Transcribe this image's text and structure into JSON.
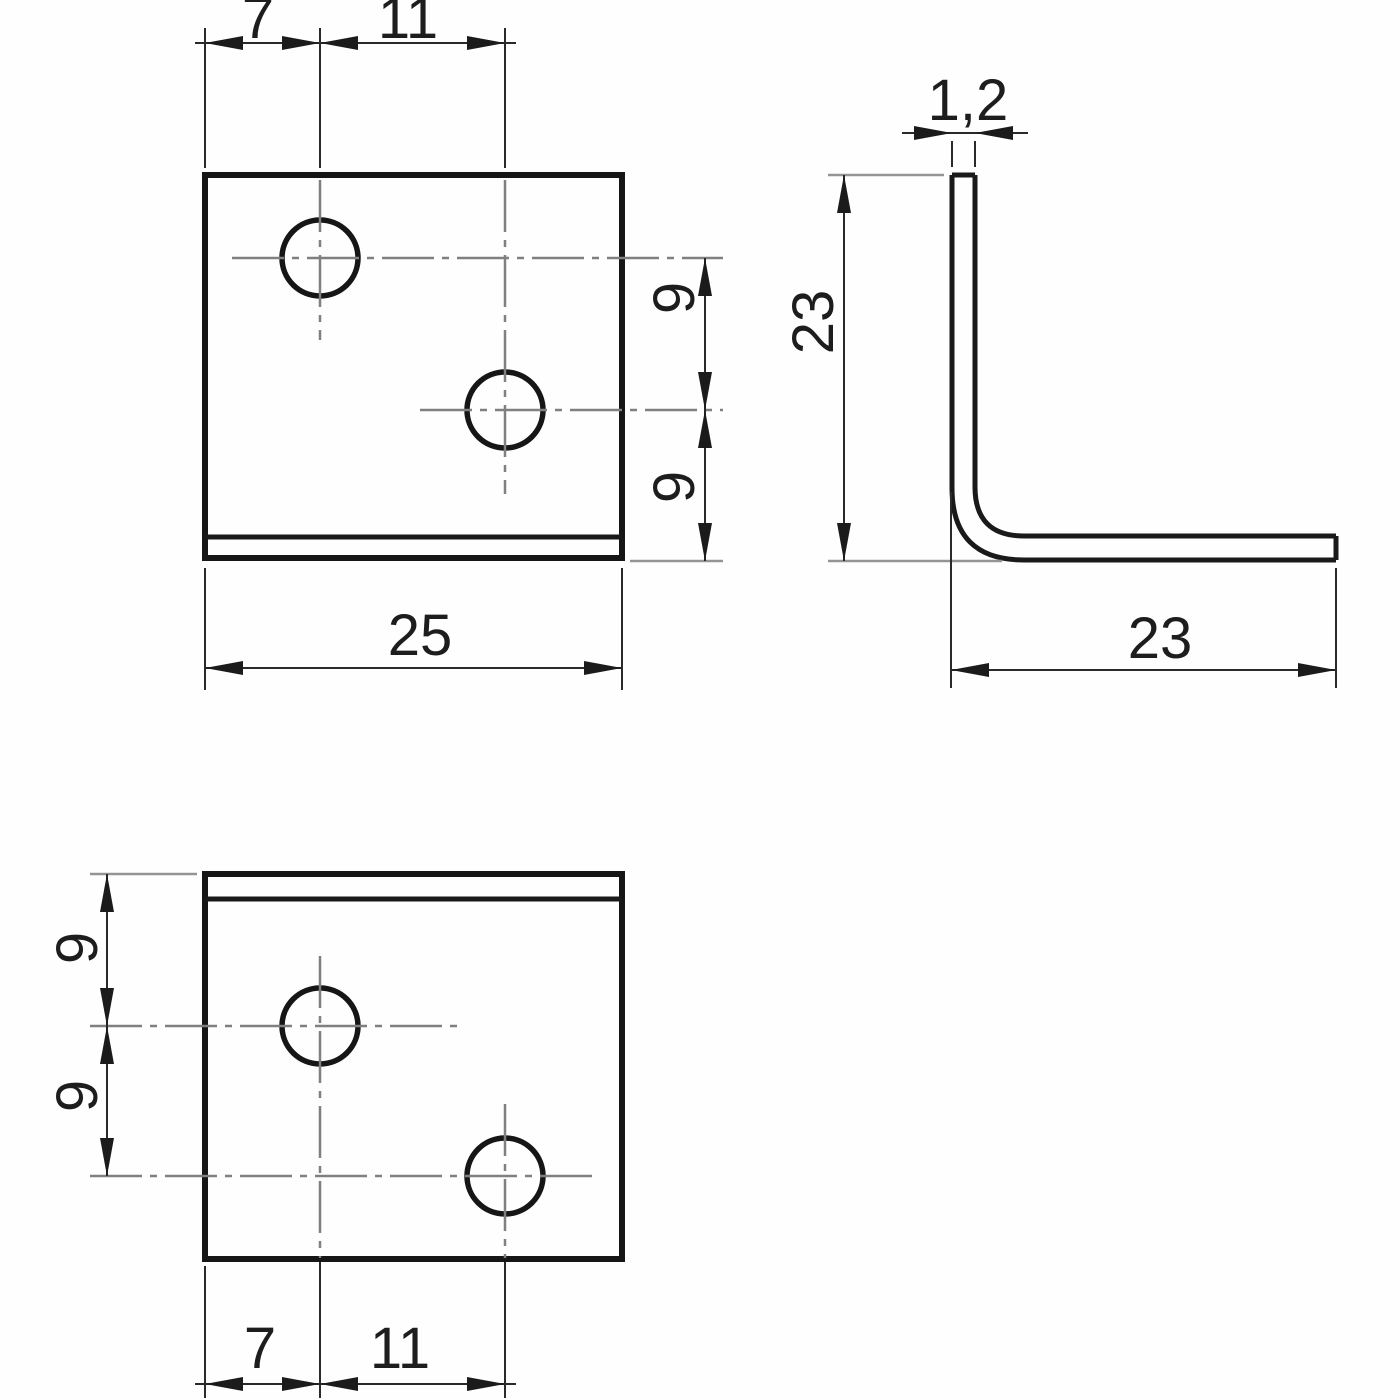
{
  "drawing": {
    "labels": {
      "top_view": {
        "offset_left": "7",
        "hole_spacing": "11",
        "row_gap_upper": "9",
        "row_gap_lower": "9",
        "overall_width": "25"
      },
      "side_view": {
        "material_thickness": "1,2",
        "leg_height": "23",
        "leg_depth": "23"
      },
      "bottom_view": {
        "row_gap_upper": "9",
        "row_gap_lower": "9",
        "offset_left": "7",
        "hole_spacing": "11"
      }
    }
  }
}
